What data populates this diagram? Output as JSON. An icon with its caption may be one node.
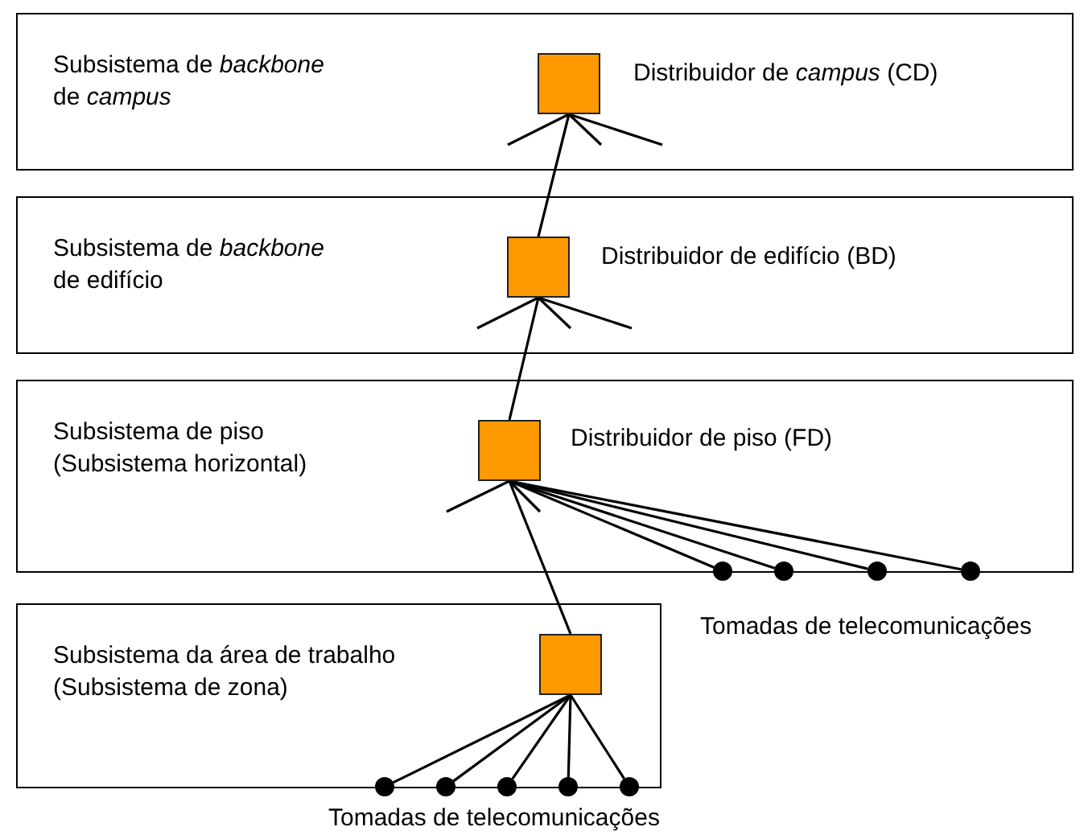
{
  "diagram": {
    "nodes": [
      {
        "text": [
          "Subsistema de *backbone* de *campus*"
        ]
      },
      {
        "text": [],
        "shape": "box",
        "in": 0,
        "beside": [
          "Distribuidor de *campus* (CD)"
        ]
      },
      {
        "text": [
          "Subsistema de *backbone* de edifício"
        ]
      },
      {
        "text": [],
        "shape": "box",
        "in": 2,
        "beside": [
          "Distribuidor de edifício (BD)"
        ]
      },
      {
        "text": [
          "Subsistema de piso (Subsistema horizontal)"
        ]
      },
      {
        "text": [],
        "shape": "box",
        "in": 4,
        "beside": [
          "Distribuidor de piso (FD)"
        ]
      },
      {
        "text": [],
        "shape": "circle"
      },
      {
        "text": [],
        "shape": "circle"
      },
      {
        "text": [],
        "shape": "circle"
      },
      {
        "text": [],
        "shape": "circle"
      },
      {
        "text": [
          "Subsistema da área de trabalho (Subsistema de zona)"
        ]
      },
      {
        "text": [],
        "shape": "box",
        "in": 10
      },
      {
        "text": [],
        "shape": "circle"
      },
      {
        "text": [],
        "shape": "circle"
      },
      {
        "text": [],
        "shape": "circle"
      },
      {
        "text": [],
        "shape": "circle"
      },
      {
        "text": [],
        "shape": "circle"
      }
    ],
    "edges": [
      {
        "from": 1,
        "to": 3,
        "arrow": "none"
      },
      {
        "from": 3,
        "to": 5,
        "arrow": "none"
      },
      {
        "from": 5,
        "to": 11,
        "arrow": "none"
      },
      {
        "from": 5,
        "to": 6,
        "arrow": "none"
      },
      {
        "from": 5,
        "to": 7,
        "arrow": "none"
      },
      {
        "from": 5,
        "to": 8,
        "arrow": "none"
      },
      {
        "from": 5,
        "to": 9,
        "arrow": "none"
      },
      {
        "from": 11,
        "to": 12,
        "arrow": "none"
      },
      {
        "from": 11,
        "to": 13,
        "arrow": "none"
      },
      {
        "from": 11,
        "to": 14,
        "arrow": "none"
      },
      {
        "from": 11,
        "to": 15,
        "arrow": "none"
      },
      {
        "from": 11,
        "to": 16,
        "arrow": "none"
      },
      {
        "from": 1,
        "to": null,
        "arrow": "none"
      },
      {
        "from": 1,
        "to": null,
        "arrow": "none"
      },
      {
        "from": 1,
        "to": null,
        "arrow": "none"
      },
      {
        "from": 3,
        "to": null,
        "arrow": "none"
      },
      {
        "from": 3,
        "to": null,
        "arrow": "none"
      },
      {
        "from": 3,
        "to": null,
        "arrow": "none"
      },
      {
        "from": 5,
        "to": null,
        "arrow": "none"
      },
      {
        "from": 5,
        "to": null,
        "arrow": "none"
      }
    ],
    "labels": [
      "Tomadas de telecomunicações",
      "Tomadas de telecomunicações"
    ]
  }
}
